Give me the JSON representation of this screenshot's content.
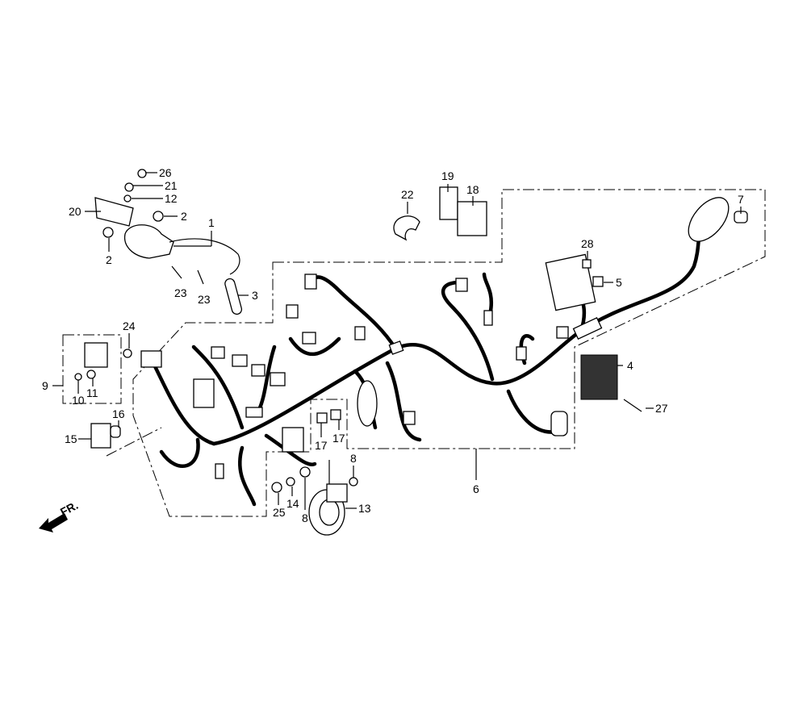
{
  "diagram": {
    "title": "Wire harness exploded parts diagram",
    "direction_label": "FR.",
    "callouts": {
      "c26": "26",
      "c21": "21",
      "c12": "12",
      "c20": "20",
      "c2a": "2",
      "c1": "1",
      "c2b": "2",
      "c23a": "23",
      "c23b": "23",
      "c3": "3",
      "c22": "22",
      "c19": "19",
      "c18": "18",
      "c7": "7",
      "c28": "28",
      "c5": "5",
      "c24": "24",
      "c9": "9",
      "c10": "10",
      "c11": "11",
      "c16": "16",
      "c15": "15",
      "c4": "4",
      "c27": "27",
      "c17a": "17",
      "c17b": "17",
      "c6": "6",
      "c8a": "8",
      "c8b": "8",
      "c25": "25",
      "c14": "14",
      "c13": "13"
    }
  }
}
